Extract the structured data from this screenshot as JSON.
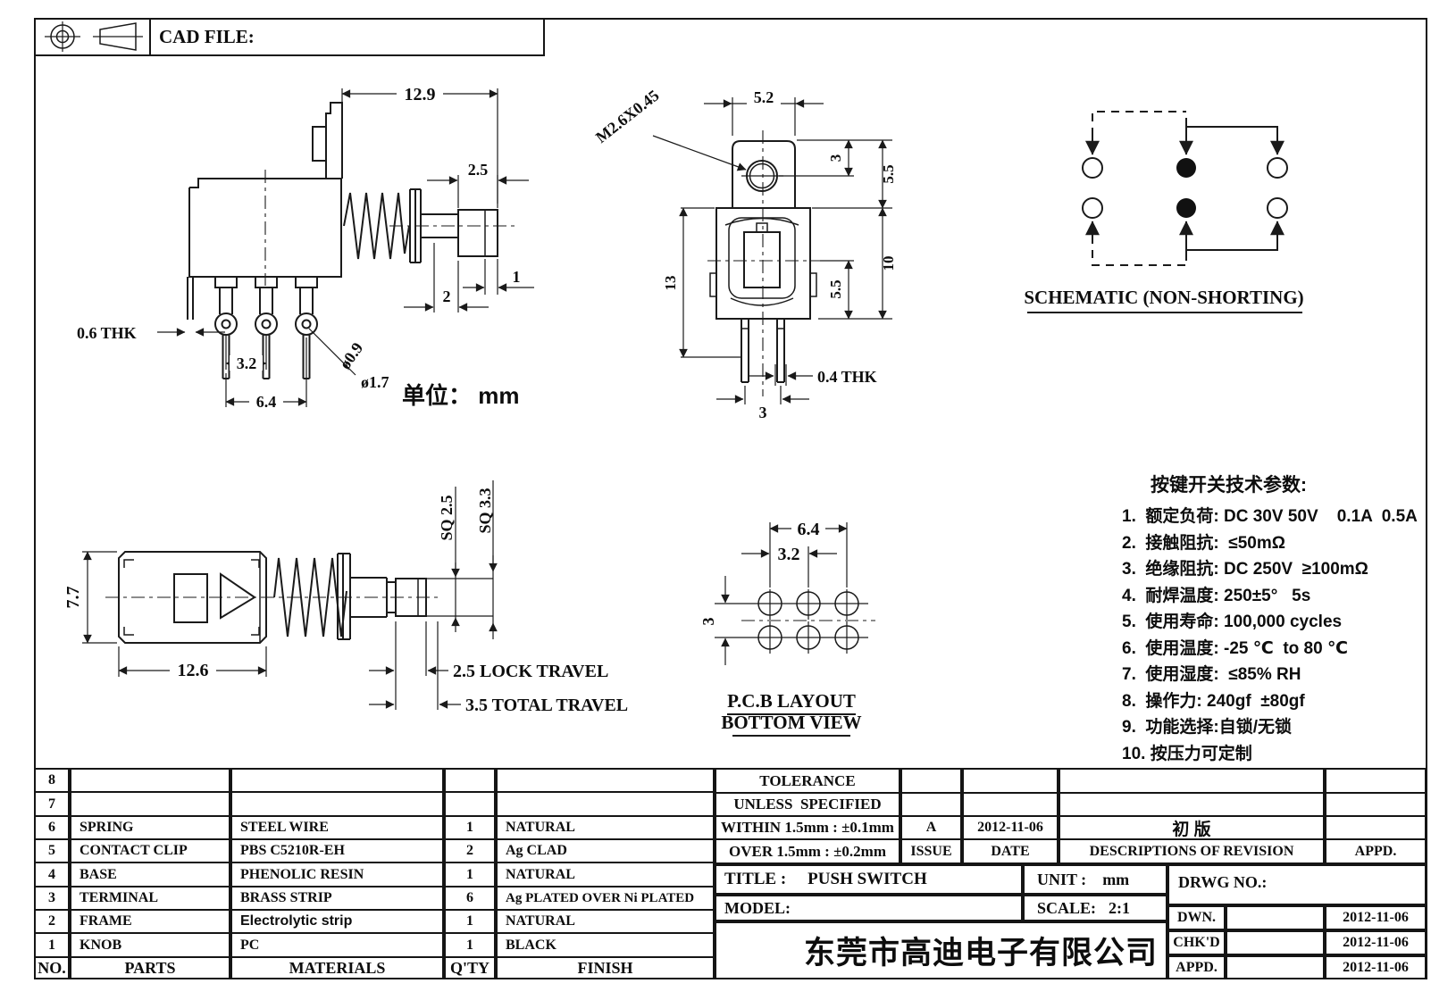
{
  "header": {
    "cad_file_label": "CAD FILE:"
  },
  "side_view": {
    "dim_width": "12.9",
    "dim_cap": "2.5",
    "dim_tip": "1",
    "dim_shaft": "2",
    "dim_thk": "0.6 THK",
    "dim_pitch": "3.2",
    "dim_span": "6.4",
    "dim_hole_small": "ø0.9",
    "dim_hole_large": "ø1.7",
    "unit_note": "单位： mm"
  },
  "front_view": {
    "thread": "M2.6X0.45",
    "dim_tab_w": "5.2",
    "dim_hole_top": "3",
    "dim_tab_h": "5.5",
    "dim_body": "10",
    "dim_center": "5.5",
    "dim_height": "13",
    "dim_pin_thk": "0.4 THK",
    "dim_pin_pitch": "3"
  },
  "schematic": {
    "title": "SCHEMATIC (NON-SHORTING)"
  },
  "top_view": {
    "dim_height": "7.7",
    "dim_length": "12.6",
    "dim_sq_small": "SQ 2.5",
    "dim_sq_large": "SQ 3.3",
    "dim_lock": "2.5 LOCK TRAVEL",
    "dim_total": "3.5 TOTAL TRAVEL"
  },
  "pcb_view": {
    "dim_span": "6.4",
    "dim_pitch": "3.2",
    "dim_row": "3",
    "title": "P.C.B LAYOUT",
    "subtitle": "BOTTOM VIEW"
  },
  "parameters": {
    "title": "按键开关技术参数:",
    "items": [
      "1.  额定负荷: DC 30V 50V    0.1A  0.5A",
      "2.  接触阻抗:  ≤50mΩ",
      "3.  绝缘阻抗: DC 250V  ≥100mΩ",
      "4.  耐焊温度: 250±5°   5s",
      "5.  使用寿命: 100,000 cycles",
      "6.  使用温度: -25 ℃  to 80 ℃",
      "7.  使用湿度:  ≤85% RH",
      "8.  操作力: 240gf  ±80gf",
      "9.  功能选择:自锁/无锁",
      "10. 按压力可定制"
    ]
  },
  "parts_table": {
    "headers": {
      "no": "NO.",
      "parts": "PARTS",
      "materials": "MATERIALS",
      "qty": "Q'TY",
      "finish": "FINISH"
    },
    "rows": [
      {
        "no": "8",
        "parts": "",
        "materials": "",
        "qty": "",
        "finish": ""
      },
      {
        "no": "7",
        "parts": "",
        "materials": "",
        "qty": "",
        "finish": ""
      },
      {
        "no": "6",
        "parts": "SPRING",
        "materials": "STEEL WIRE",
        "qty": "1",
        "finish": "NATURAL"
      },
      {
        "no": "5",
        "parts": "CONTACT CLIP",
        "materials": "PBS C5210R-EH",
        "qty": "2",
        "finish": "Ag CLAD"
      },
      {
        "no": "4",
        "parts": "BASE",
        "materials": "PHENOLIC RESIN",
        "qty": "1",
        "finish": "NATURAL"
      },
      {
        "no": "3",
        "parts": "TERMINAL",
        "materials": "BRASS STRIP",
        "qty": "6",
        "finish": "Ag PLATED OVER Ni PLATED"
      },
      {
        "no": "2",
        "parts": "FRAME",
        "materials": "Electrolytic strip",
        "qty": "1",
        "finish": "NATURAL"
      },
      {
        "no": "1",
        "parts": "KNOB",
        "materials": "PC",
        "qty": "1",
        "finish": "BLACK"
      }
    ]
  },
  "title_block": {
    "tolerance_line1": "TOLERANCE",
    "tolerance_line2": "UNLESS  SPECIFIED",
    "within": "WITHIN 1.5mm : ±0.1mm",
    "over": "OVER 1.5mm : ±0.2mm",
    "issue_value": "A",
    "issue_label": "ISSUE",
    "date_value": "2012-11-06",
    "date_label": "DATE",
    "revision_value": "初 版",
    "revision_label": "DESCRIPTIONS OF REVISION",
    "appd_col_label": "APPD.",
    "title_label": "TITLE :",
    "title_value": "PUSH SWITCH",
    "model_label": "MODEL:",
    "unit_label": "UNIT :",
    "unit_value": "mm",
    "scale_label": "SCALE:",
    "scale_value": "2:1",
    "drwg_label": "DRWG NO.:",
    "company": "东莞市高迪电子有限公司",
    "sign_rows": [
      {
        "label": "DWN.",
        "date": "2012-11-06"
      },
      {
        "label": "CHK'D",
        "date": "2012-11-06"
      },
      {
        "label": "APPD.",
        "date": "2012-11-06"
      }
    ]
  }
}
